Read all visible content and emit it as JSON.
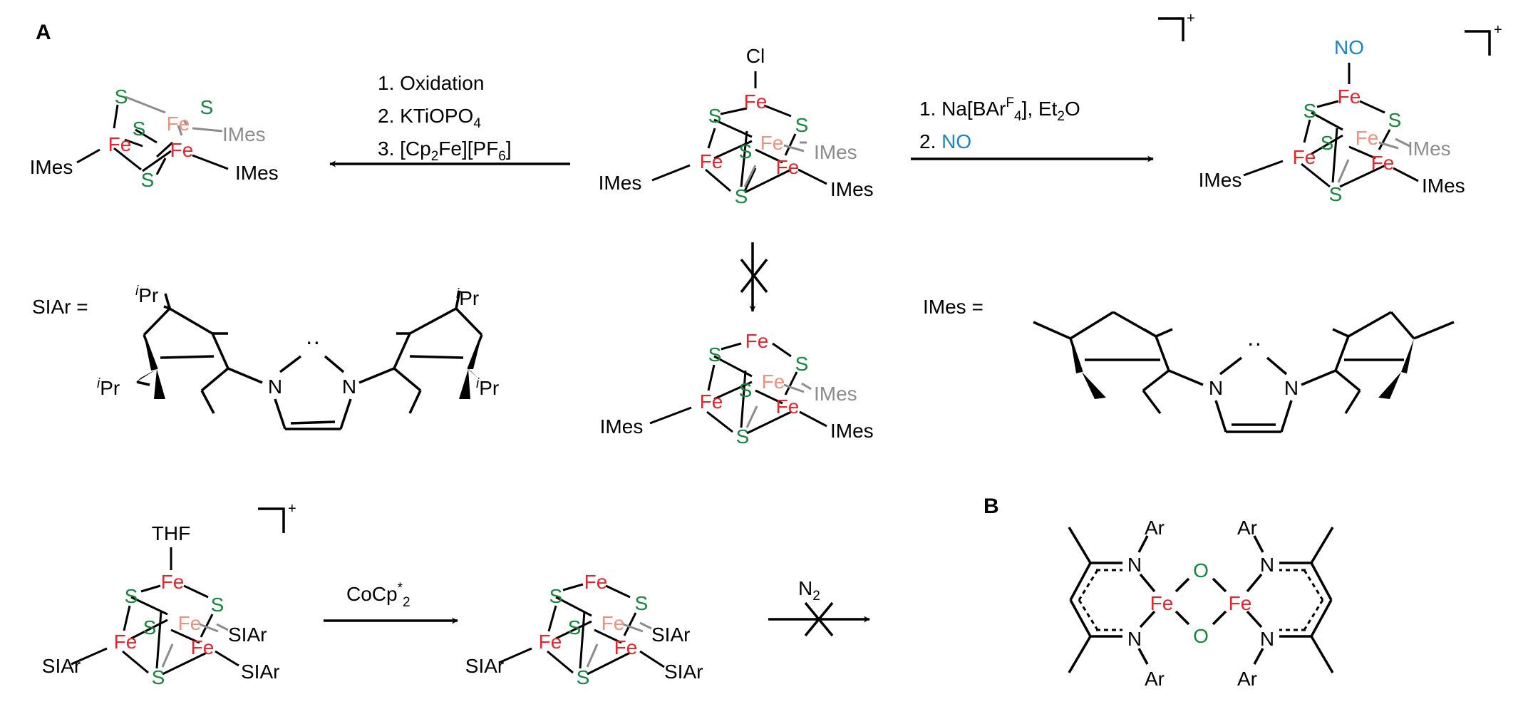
{
  "panels": {
    "a": "A",
    "b": "B"
  },
  "colors": {
    "bond": "#000000",
    "fe": "#e8242a",
    "fe_back": "#f0907d",
    "s": "#14873c",
    "o": "#14873c",
    "no": "#1b84c7",
    "back_ligand": "#8c8c8c"
  },
  "atoms": {
    "fe": "Fe",
    "s": "S",
    "o": "O",
    "n": "N",
    "cl": "Cl",
    "no": "NO",
    "thf": "THF"
  },
  "ligands": {
    "imes": "IMes",
    "siar": "SIAr",
    "ar": "Ar",
    "ipr": "Pr",
    "ipr_sup": "i"
  },
  "definitions": {
    "siar": "SIAr =",
    "imes": "IMes ="
  },
  "charges": {
    "plus": "+"
  },
  "conditions": {
    "left": {
      "step1": "1. Oxidation",
      "step2_main": "2. KTiOPO",
      "step2_sub": "4",
      "step3_a": "3. [Cp",
      "step3_sub": "2",
      "step3_b": "Fe][PF",
      "step3_sub2": "6",
      "step3_c": "]"
    },
    "right": {
      "step1_a": "1. Na[BAr",
      "step1_sup": "F",
      "step1_sub": "4",
      "step1_b": "], Et",
      "step1_sub2": "2",
      "step1_c": "O",
      "step2_a": "2. ",
      "step2_b": "NO"
    },
    "cocp": {
      "main": "CoCp",
      "sup": "*",
      "sub": "2"
    },
    "n2": {
      "main": "N",
      "sub": "2"
    }
  }
}
